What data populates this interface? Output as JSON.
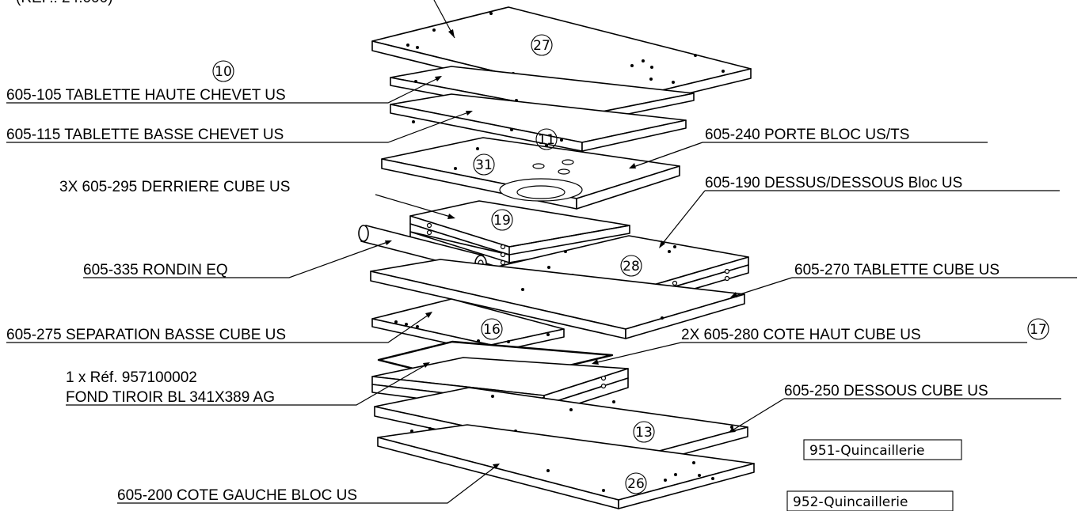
{
  "drawing": {
    "ref_fragment": "(REF.: 24.000)",
    "callouts": [
      {
        "id": "tablette-haute",
        "text": "605-105 TABLETTE HAUTE CHEVET US"
      },
      {
        "id": "tablette-basse",
        "text": "605-115 TABLETTE BASSE CHEVET US"
      },
      {
        "id": "derriere-cube",
        "text": "3X 605-295 DERRIERE CUBE US"
      },
      {
        "id": "rondin",
        "text": "605-335 RONDIN EQ"
      },
      {
        "id": "separation-basse",
        "text": "605-275 SEPARATION BASSE CUBE US"
      },
      {
        "id": "fond-tiroir-ref",
        "text": "1 x Réf. 957100002"
      },
      {
        "id": "fond-tiroir",
        "text": "FOND TIROIR BL 341X389 AG"
      },
      {
        "id": "cote-gauche",
        "text": "605-200 COTE GAUCHE BLOC US"
      },
      {
        "id": "porte-bloc",
        "text": "605-240 PORTE BLOC US/TS"
      },
      {
        "id": "dessus-dessous",
        "text": "605-190 DESSUS/DESSOUS Bloc US"
      },
      {
        "id": "tablette-cube",
        "text": "605-270 TABLETTE CUBE US"
      },
      {
        "id": "cote-haut",
        "text": "2X 605-280 COTE HAUT CUBE US"
      },
      {
        "id": "dessous-cube",
        "text": "605-250 DESSOUS CUBE US"
      }
    ],
    "balloons": [
      "27",
      "10",
      "11",
      "31",
      "19",
      "28",
      "16",
      "17",
      "13",
      "26"
    ],
    "boxes": [
      "951-Quincaillerie",
      "952-Quincaillerie"
    ]
  }
}
